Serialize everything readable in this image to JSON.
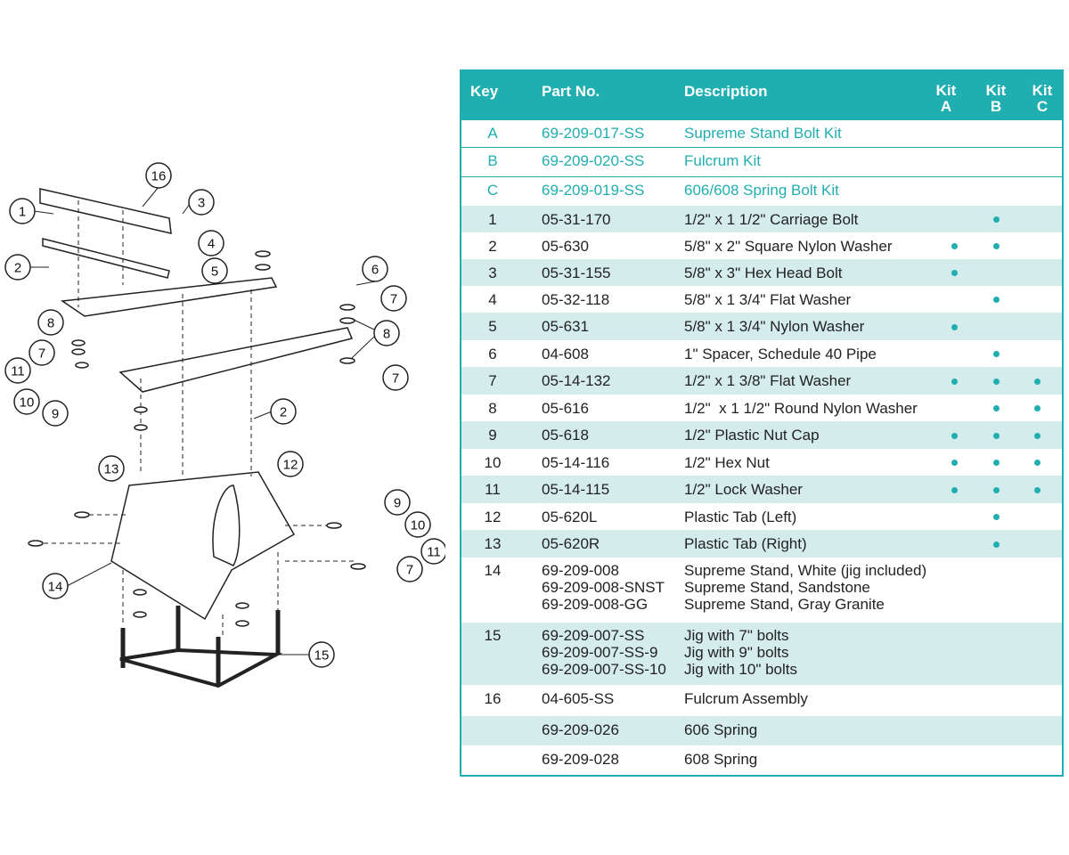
{
  "table": {
    "headers": {
      "key": "Key",
      "part": "Part No.",
      "desc": "Description",
      "kit_a": "Kit\nA",
      "kit_b": "Kit\nB",
      "kit_c": "Kit\nC"
    },
    "kits": [
      {
        "key": "A",
        "part": "69-209-017-SS",
        "desc": "Supreme Stand Bolt Kit"
      },
      {
        "key": "B",
        "part": "69-209-020-SS",
        "desc": "Fulcrum Kit"
      },
      {
        "key": "C",
        "part": "69-209-019-SS",
        "desc": "606/608 Spring Bolt Kit"
      }
    ],
    "rows": [
      {
        "key": "1",
        "part": "05-31-170",
        "desc": "1/2\" x 1 1/2\" Carriage Bolt",
        "kits": [
          "B"
        ]
      },
      {
        "key": "2",
        "part": "05-630",
        "desc": "5/8\" x 2\" Square Nylon Washer",
        "kits": [
          "A",
          "B"
        ]
      },
      {
        "key": "3",
        "part": "05-31-155",
        "desc": "5/8\" x 3\" Hex Head Bolt",
        "kits": [
          "A"
        ]
      },
      {
        "key": "4",
        "part": "05-32-118",
        "desc": "5/8\" x 1 3/4\" Flat Washer",
        "kits": [
          "B"
        ]
      },
      {
        "key": "5",
        "part": "05-631",
        "desc": "5/8\" x 1 3/4\" Nylon Washer",
        "kits": [
          "A"
        ]
      },
      {
        "key": "6",
        "part": "04-608",
        "desc": "1\" Spacer, Schedule 40 Pipe",
        "kits": [
          "B"
        ]
      },
      {
        "key": "7",
        "part": "05-14-132",
        "desc": "1/2\" x 1 3/8\" Flat Washer",
        "kits": [
          "A",
          "B",
          "C"
        ]
      },
      {
        "key": "8",
        "part": "05-616",
        "desc": "1/2\"  x 1 1/2\" Round Nylon Washer",
        "kits": [
          "B",
          "C"
        ]
      },
      {
        "key": "9",
        "part": "05-618",
        "desc": "1/2\" Plastic Nut Cap",
        "kits": [
          "A",
          "B",
          "C"
        ]
      },
      {
        "key": "10",
        "part": "05-14-116",
        "desc": "1/2\" Hex Nut",
        "kits": [
          "A",
          "B",
          "C"
        ]
      },
      {
        "key": "11",
        "part": "05-14-115",
        "desc": "1/2\" Lock Washer",
        "kits": [
          "A",
          "B",
          "C"
        ]
      },
      {
        "key": "12",
        "part": "05-620L",
        "desc": "Plastic Tab (Left)",
        "kits": [
          "B"
        ]
      },
      {
        "key": "13",
        "part": "05-620R",
        "desc": "Plastic Tab (Right)",
        "kits": [
          "B"
        ]
      },
      {
        "key": "14",
        "part": "69-209-008\n69-209-008-SNST\n69-209-008-GG",
        "desc": "Supreme Stand, White (jig included)\nSupreme Stand, Sandstone\nSupreme Stand, Gray Granite",
        "kits": []
      },
      {
        "key": "15",
        "part": "69-209-007-SS\n69-209-007-SS-9\n69-209-007-SS-10",
        "desc": "Jig with 7\" bolts\nJig with 9\" bolts\nJig with 10\" bolts",
        "kits": []
      },
      {
        "key": "16",
        "part": "04-605-SS",
        "desc": "Fulcrum Assembly",
        "kits": []
      },
      {
        "key": "",
        "part": "69-209-026",
        "desc": "606 Spring",
        "kits": []
      },
      {
        "key": "",
        "part": "69-209-028",
        "desc": "608 Spring",
        "kits": []
      }
    ]
  },
  "diagram": {
    "callouts": [
      "16",
      "3",
      "1",
      "4",
      "2",
      "5",
      "6",
      "7",
      "8",
      "8",
      "7",
      "7",
      "11",
      "10",
      "9",
      "2",
      "13",
      "12",
      "9",
      "10",
      "11",
      "7",
      "14",
      "15"
    ]
  },
  "colors": {
    "accent": "#20aeb0",
    "alt_row": "#d5ecec"
  }
}
